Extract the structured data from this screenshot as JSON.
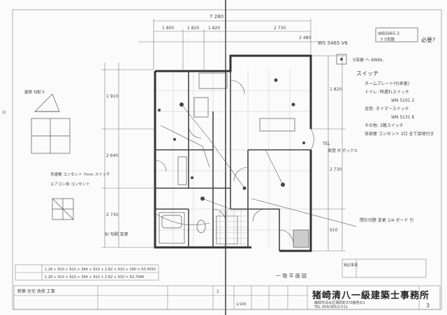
{
  "dimensions": {
    "overall_top": "7 280",
    "top_segments": [
      "1 800",
      "1 820",
      "1 820",
      "2 730"
    ],
    "left_vertical": [
      "1 910",
      "2 640",
      "2 730"
    ],
    "right_vertical": [
      "1 820",
      "2 730",
      "910"
    ],
    "right_top": "2 480"
  },
  "notes": {
    "wb_box": "WB5665 2",
    "wb_box_sub": "5 分配器",
    "top_right_q": "必要?",
    "ws_label": "WS 5465 V6",
    "top_right_note": "5倍器 ヘ 4Wbk.",
    "switch_title": "スイッチ",
    "switch_items": [
      "ネームプレート付(来客)",
      "トイレ: 時遅れスイッチ",
      "WN 5101 2",
      "浴室: タイマースイッチ",
      "WN 5131 K",
      "その他: 3路スイッチ",
      "各部屋 コンセント 2口 全て接地付き"
    ],
    "wall_note": "間仕切壁 変更 1/4 ボード 引",
    "left_note_a": "洗濯機 コンセント 7mm スイッチ",
    "left_note_b": "エアコン用 コンセント",
    "bottom_note": "9/ 勾配 変更",
    "upper_left_label": "屋根 勾配 5",
    "tel_label": "TEL",
    "pipe_label": "配管 外 ボックス"
  },
  "legend": {
    "row1": "1.28 + 910 + 910 + 364 + 910 + 2.82 + 910 + 280  ≒ 63.4550",
    "row2": "1.28 + 910 + 910 + 364 + 910 + 2.82 + 910  ≒ 63.7946",
    "inset_header": "特記事項"
  },
  "title_block": {
    "firm": "猪崎清八一級建築士事務所",
    "address": "静岡市清水区蒲原町370番地の1",
    "tel": "TEL  054(385)2-511",
    "drawing_name": "一 階 平 面 図",
    "drawing_no": "1",
    "scale": "1/100",
    "project": "新築 住宅 改修 工事",
    "sheet_no": "3"
  }
}
